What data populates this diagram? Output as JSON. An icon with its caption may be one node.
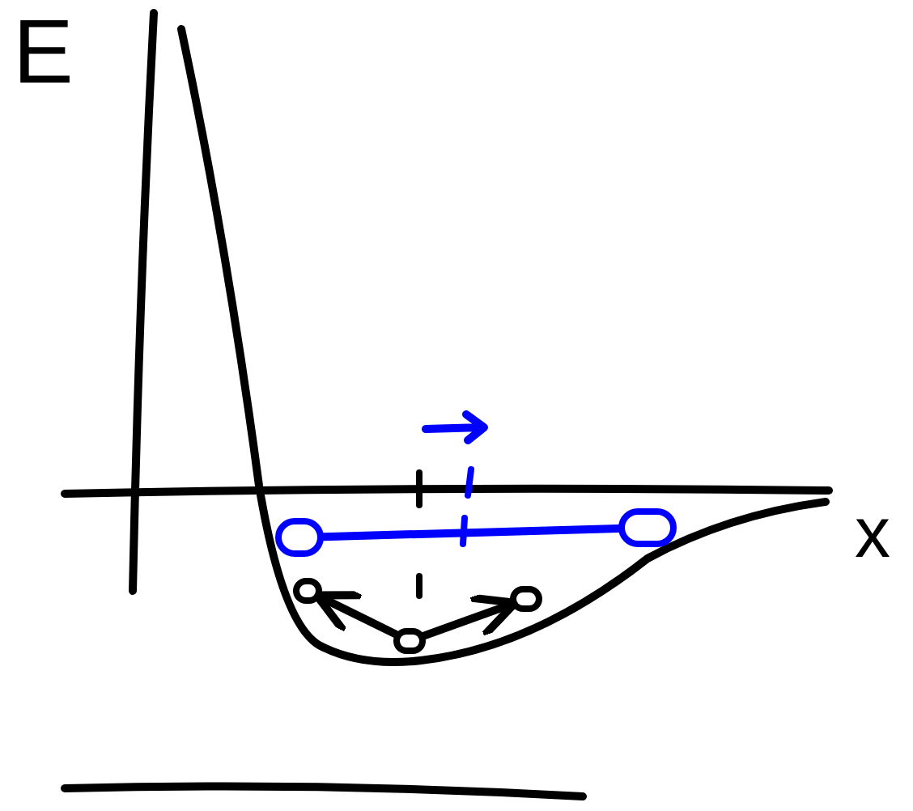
{
  "diagram": {
    "nodes": [
      {
        "text": [],
        "shape": "circle"
      },
      {
        "text": [],
        "shape": "circle"
      },
      {
        "text": [],
        "shape": "circle"
      },
      {
        "text": [],
        "shape": "circle"
      },
      {
        "text": [],
        "shape": "circle"
      }
    ],
    "edges": [
      {
        "from": 0,
        "to": 1,
        "arrow": "none",
        "color": "#0000ff"
      },
      {
        "from": 3,
        "to": 2,
        "arrow": "to"
      },
      {
        "from": 3,
        "to": 4,
        "arrow": "to"
      }
    ],
    "labels": [
      "E",
      "x"
    ]
  }
}
